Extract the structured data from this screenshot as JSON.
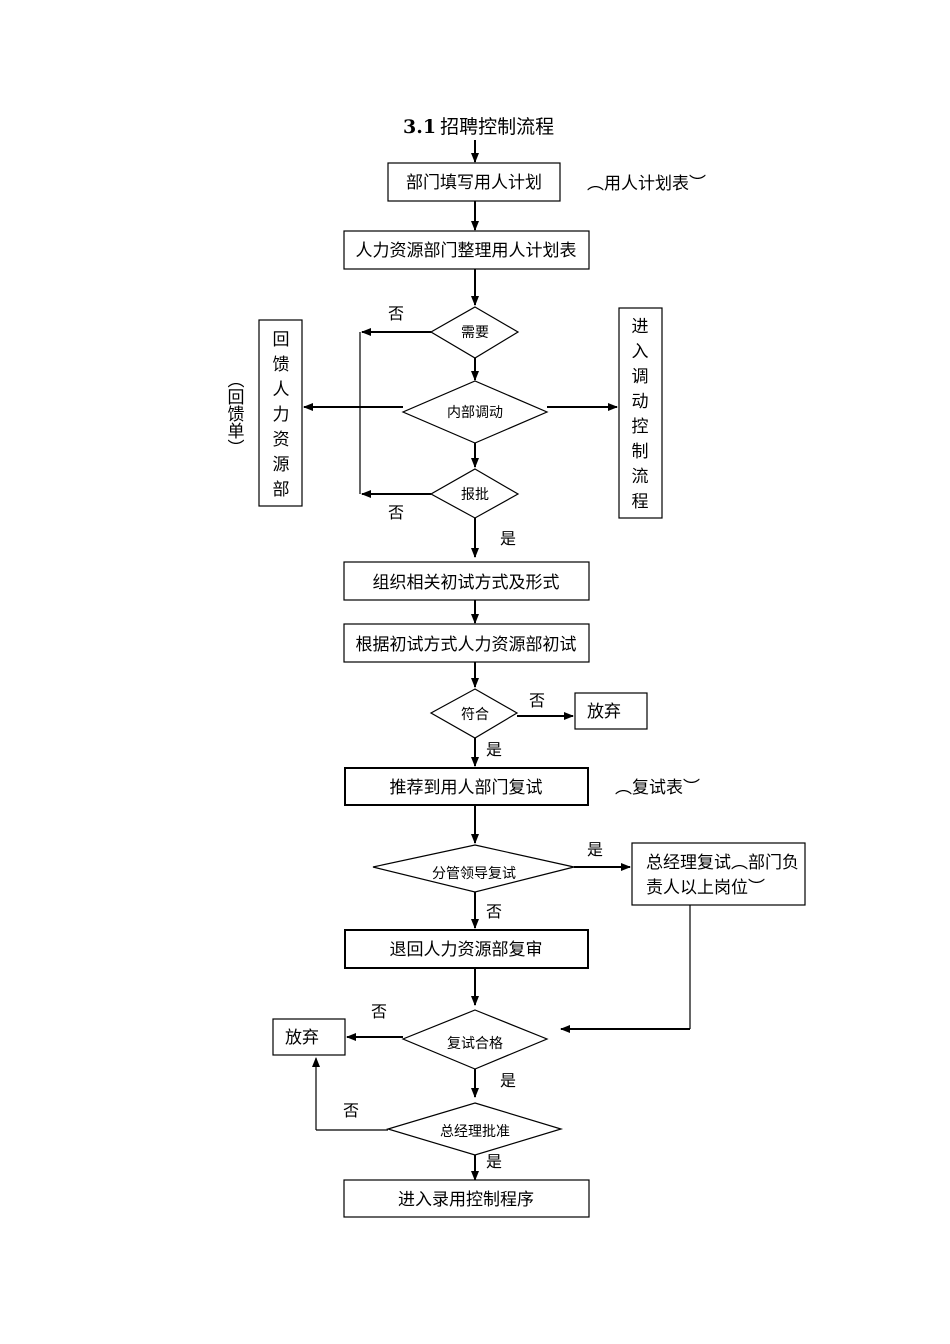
{
  "title": {
    "number": "3.1",
    "text": "招聘控制流程"
  },
  "nodes": {
    "dept_fill": "部门填写用人计划",
    "hr_organize": "人力资源部门整理用人计划表",
    "need": "需要",
    "internal_transfer": "内部调动",
    "approval": "报批",
    "feedback_hr": "回馈人力资源部",
    "transfer_process": "进入调动控制流程",
    "organize_test": "组织相关初试方式及形式",
    "hr_first_test": "根据初试方式人力资源部初试",
    "qualify": "符合",
    "abandon_1": "放弃",
    "recommend": "推荐到用人部门复试",
    "leader_retest": "分管领导复试",
    "gm_retest_line1": "总经理复试︵部门负",
    "gm_retest_line2": "责人以上岗位︶",
    "return_hr": "退回人力资源部复审",
    "retest_pass": "复试合格",
    "abandon_2": "放弃",
    "gm_approve": "总经理批准",
    "hire_process": "进入录用控制程序"
  },
  "annotations": {
    "plan_form": "︵用人计划表︶",
    "feedback_form": "︵回馈单︶",
    "retest_form": "︵复试表︶"
  },
  "edge_labels": {
    "need_no": "否",
    "approval_no": "否",
    "approval_yes": "是",
    "qualify_no": "否",
    "qualify_yes": "是",
    "leader_yes": "是",
    "leader_no": "否",
    "retest_no": "否",
    "retest_yes": "是",
    "gm_no": "否",
    "gm_yes": "是"
  }
}
